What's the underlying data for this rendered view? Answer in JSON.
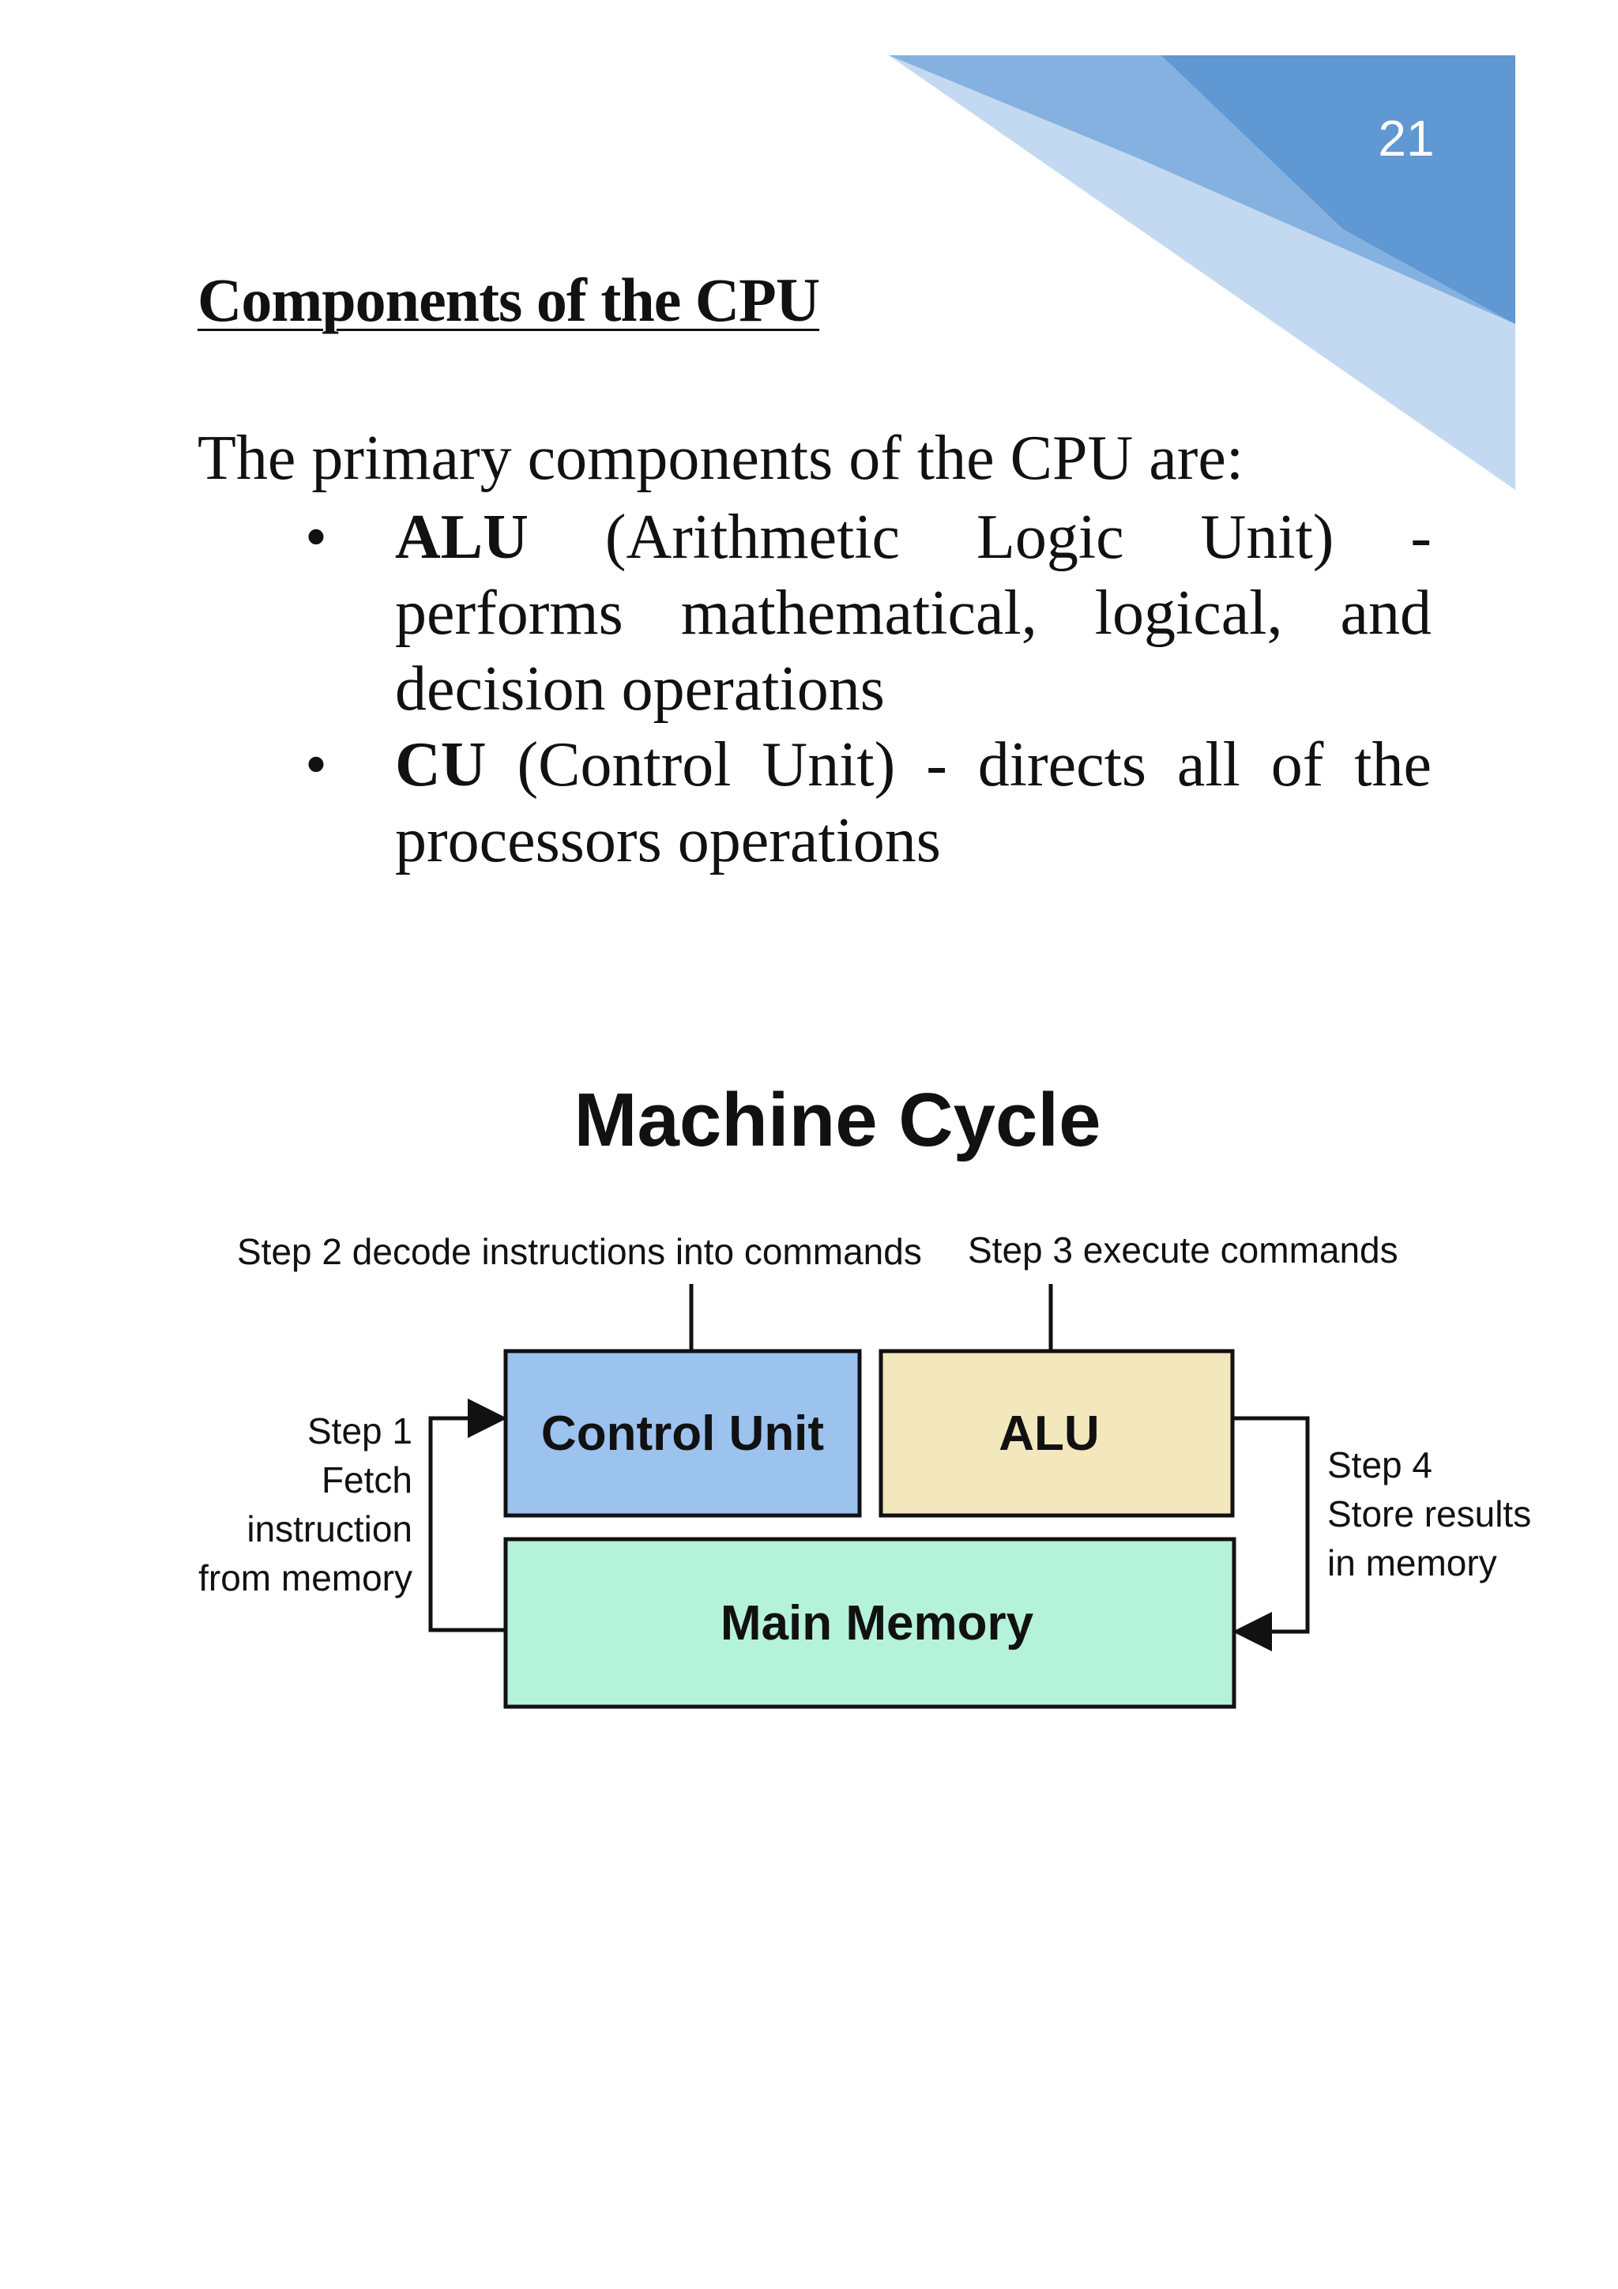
{
  "page": {
    "number": "21",
    "heading": "Components of the CPU",
    "intro": "The primary components of the CPU are:",
    "bullets": [
      {
        "term": "ALU",
        "text": " (Arithmetic Logic Unit) - performs mathematical, logical, and decision operations"
      },
      {
        "term": "CU",
        "text": " (Control Unit) - directs all of the processors operations"
      }
    ]
  },
  "diagram": {
    "title": "Machine Cycle",
    "step2_label": "Step 2 decode instructions into commands",
    "step3_label": "Step 3 execute commands",
    "step1_lines": [
      "Step 1",
      "Fetch",
      "instruction",
      "from memory"
    ],
    "step4_lines": [
      "Step 4",
      "Store results",
      "in memory"
    ],
    "boxes": {
      "control_unit": "Control Unit",
      "alu": "ALU",
      "main_memory": "Main Memory"
    },
    "colors": {
      "control_unit": "#9cc2ee",
      "alu": "#f2e7bd",
      "main_memory": "#b5f2da"
    }
  },
  "colors": {
    "corner_dark": "#5f98d3",
    "corner_mid": "#85b1e0",
    "corner_light": "#c3d9f1"
  }
}
